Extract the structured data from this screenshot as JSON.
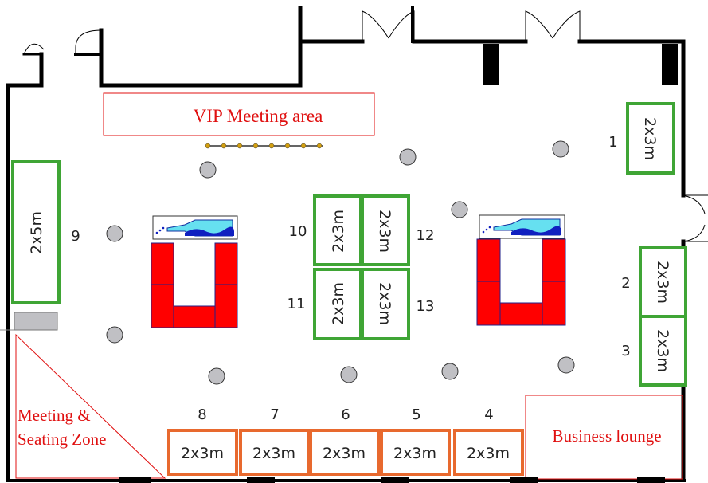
{
  "zones": {
    "vip_meeting": "VIP Meeting area",
    "meeting_seating_line1": "Meeting &",
    "meeting_seating_line2": "Seating Zone",
    "business_lounge": "Business lounge"
  },
  "stands": {
    "s1": {
      "number": "1",
      "size": "2x3m"
    },
    "s2": {
      "number": "2",
      "size": "2x3m"
    },
    "s3": {
      "number": "3",
      "size": "2x3m"
    },
    "s4": {
      "number": "4",
      "size": "2x3m"
    },
    "s5": {
      "number": "5",
      "size": "2x3m"
    },
    "s6": {
      "number": "6",
      "size": "2x3m"
    },
    "s7": {
      "number": "7",
      "size": "2x3m"
    },
    "s8": {
      "number": "8",
      "size": "2x3m"
    },
    "s9": {
      "number": "9",
      "size": "2x5m"
    },
    "s10": {
      "number": "10",
      "size": "2x3m"
    },
    "s11": {
      "number": "11",
      "size": "2x3m"
    },
    "s12": {
      "number": "12",
      "size": "2x3m"
    },
    "s13": {
      "number": "13",
      "size": "2x3m"
    }
  },
  "colors": {
    "wall": "#000000",
    "green_stand": "#3fa535",
    "orange_stand": "#e8692e",
    "zone_red": "#e01010",
    "sofa_red": "#ff0000",
    "column_grey": "#c0c0c4"
  }
}
